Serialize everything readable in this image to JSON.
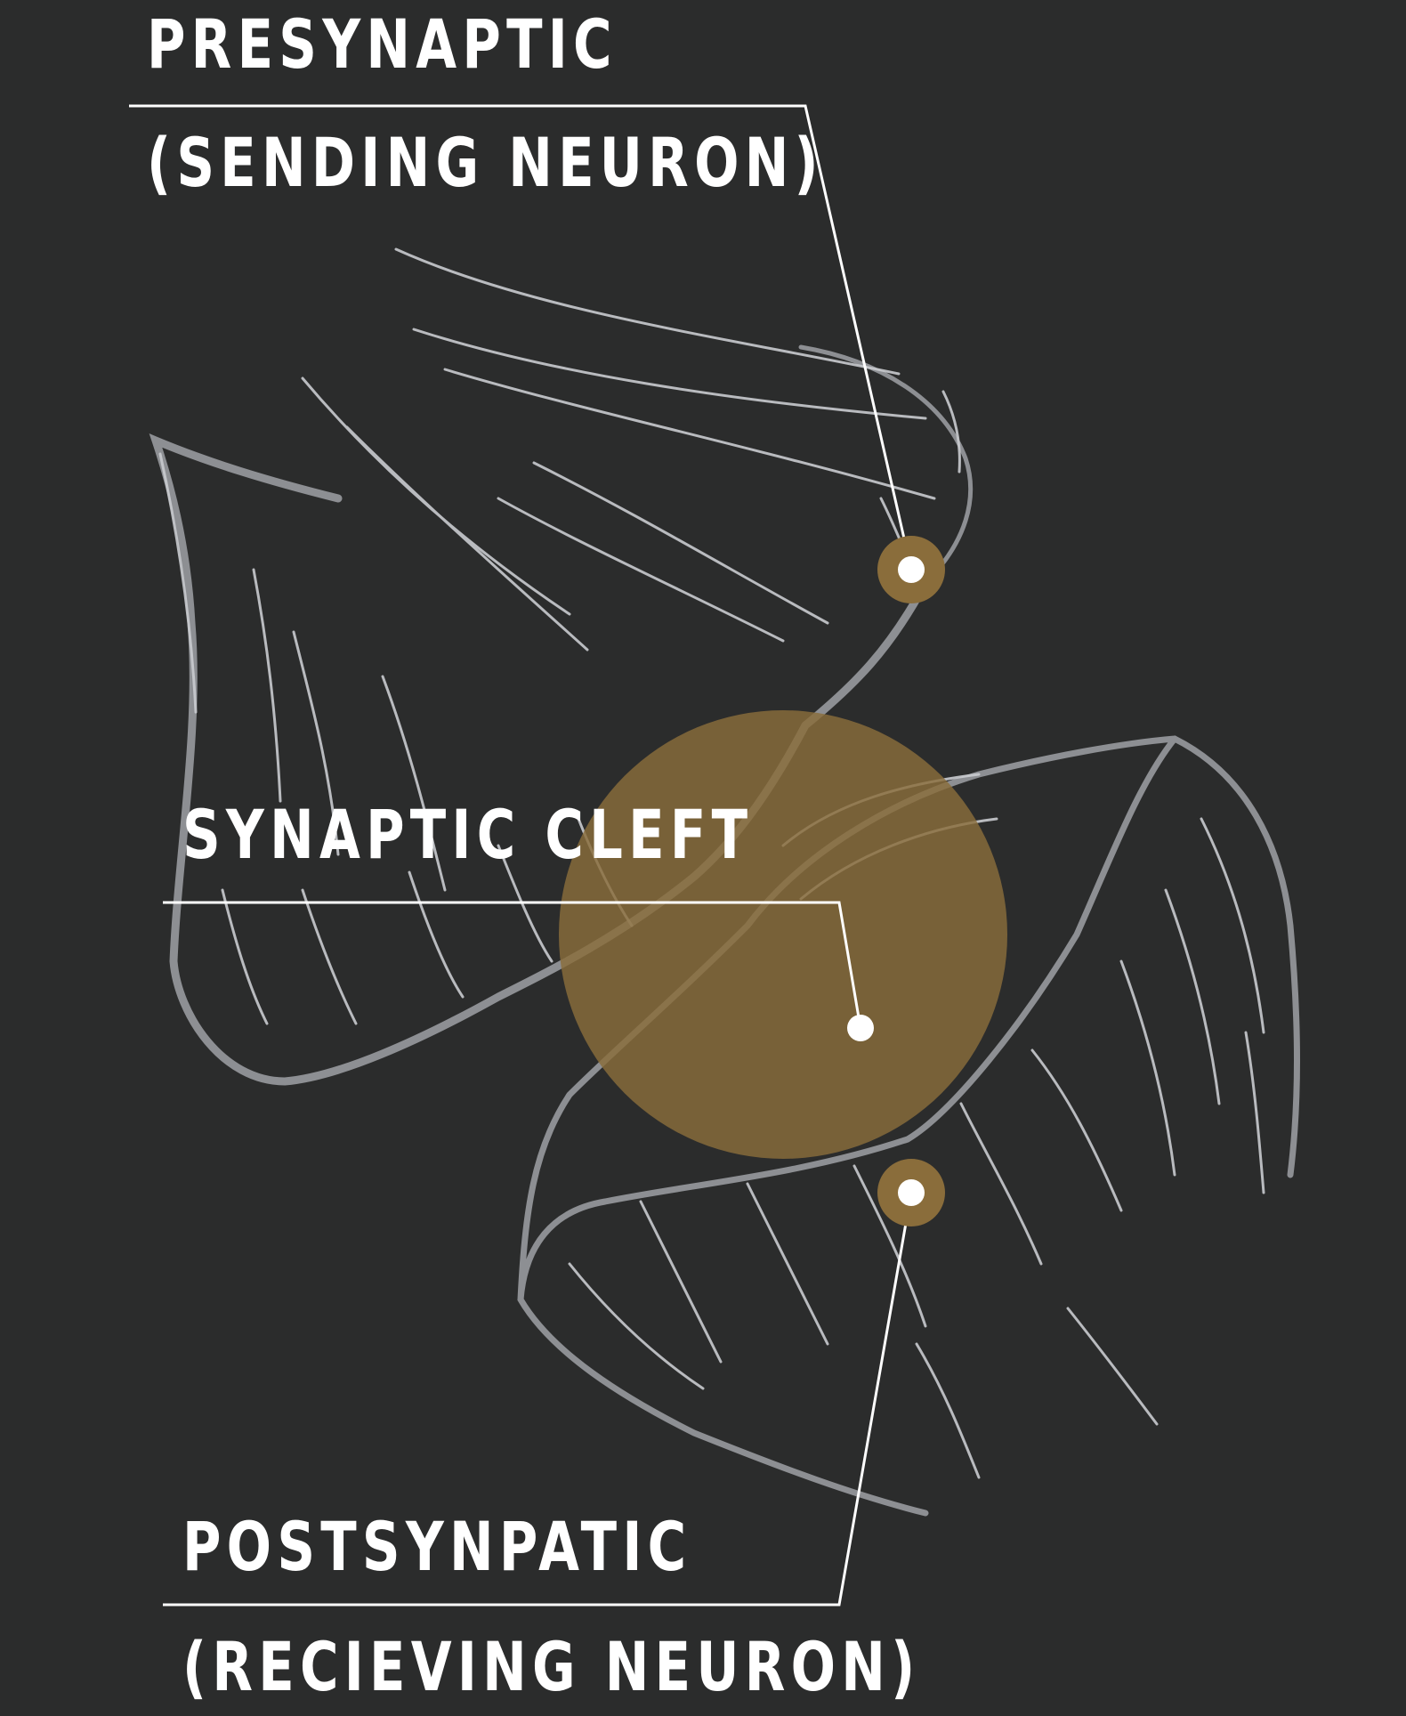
{
  "labels": {
    "presynaptic_title": "PRESYNAPTIC",
    "presynaptic_subtitle": "(SENDING NEURON)",
    "cleft": "SYNAPTIC CLEFT",
    "postsynaptic_title": "POSTSYNPATIC",
    "postsynaptic_subtitle": "(RECIEVING NEURON)"
  },
  "colors": {
    "background": "#2b2c2c",
    "accent": "#8a6d3b",
    "cleft_fill": "#7a6138",
    "outline": "#8d8f93",
    "sketch": "#c9cbcf",
    "text": "#ffffff"
  }
}
